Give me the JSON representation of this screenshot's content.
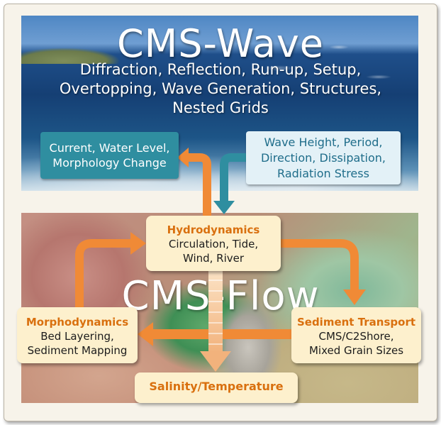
{
  "wave": {
    "title": "CMS-Wave",
    "features": [
      "Diffraction, Reflection, Run-up, Setup,",
      "Overtopping, Wave Generation, Structures,",
      "Nested Grids"
    ]
  },
  "flow": {
    "title": "CMS-Flow"
  },
  "flow_to_wave": [
    "Current, Water Level,",
    "Morphology Change"
  ],
  "wave_to_flow": [
    "Wave Height, Period,",
    "Direction, Dissipation,",
    "Radiation Stress"
  ],
  "hydrodynamics": {
    "title": "Hydrodynamics",
    "lines": [
      "Circulation, Tide,",
      "Wind, River"
    ]
  },
  "morphodynamics": {
    "title": "Morphodynamics",
    "lines": [
      "Bed Layering,",
      "Sediment Mapping"
    ]
  },
  "sediment_transport": {
    "title": "Sediment Transport",
    "lines": [
      "CMS/C2Shore,",
      "Mixed Grain Sizes"
    ]
  },
  "salinity": {
    "title": "Salinity/Temperature"
  },
  "colors": {
    "orange_arrow": "#f08a36",
    "teal_arrow": "#2f8ea0",
    "box_title": "#d9700f"
  }
}
